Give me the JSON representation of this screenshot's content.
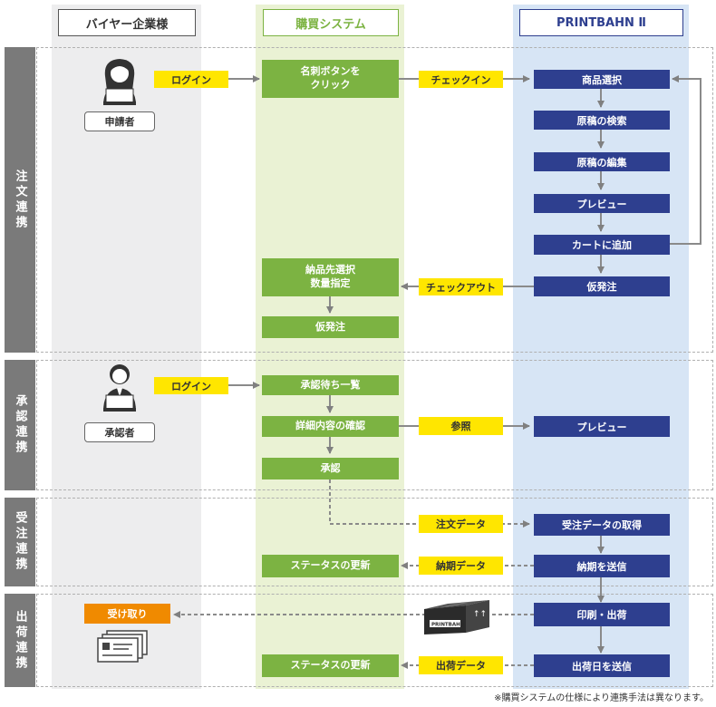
{
  "columns": {
    "buyer": "バイヤー企業様",
    "purchase": "購買システム",
    "printbahn": "PRINTBAHN Ⅱ"
  },
  "sections": {
    "order": "注文連携",
    "approval": "承認連携",
    "receive": "受注連携",
    "ship": "出荷連携"
  },
  "roles": {
    "applicant": "申請者",
    "approver": "承認者"
  },
  "order": {
    "login": "ログイン",
    "card_button": "名刺ボタンを\nクリック",
    "checkin": "チェックイン",
    "steps": [
      "商品選択",
      "原稿の検索",
      "原稿の編集",
      "プレビュー",
      "カートに追加",
      "仮発注"
    ],
    "checkout": "チェックアウト",
    "delivery": "納品先選択\n数量指定",
    "provisional": "仮発注"
  },
  "approval": {
    "login": "ログイン",
    "waiting_list": "承認待ち一覧",
    "detail_check": "詳細内容の確認",
    "reference": "参照",
    "preview": "プレビュー",
    "approve": "承認"
  },
  "receive": {
    "order_data": "注文データ",
    "get_order_data": "受注データの取得",
    "status_update": "ステータスの更新",
    "due_data": "納期データ",
    "send_due": "納期を送信"
  },
  "ship": {
    "receipt": "受け取り",
    "print_ship": "印刷・出荷",
    "status_update": "ステータスの更新",
    "ship_data": "出荷データ",
    "send_ship_date": "出荷日を送信",
    "box_label": "PRINTBAHN"
  },
  "footnote": "※購買システムの仕様により連携手法は異なります。",
  "colors": {
    "green": "#7cb342",
    "navy": "#2e3f8f",
    "yellow": "#ffe600",
    "orange": "#f08a00",
    "side_gray": "#7a7a7a"
  }
}
